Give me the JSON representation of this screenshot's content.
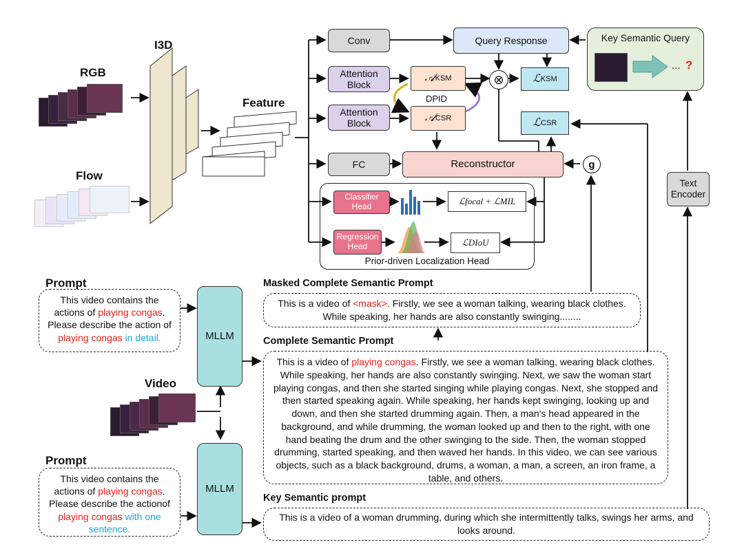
{
  "labels": {
    "i3d": "I3D",
    "rgb": "RGB",
    "flow": "Flow",
    "feature": "Feature",
    "video": "Video",
    "prompt": "Prompt",
    "prompt2": "Prompt"
  },
  "blocks": {
    "conv": "Conv",
    "attention1": "Attention Block",
    "attention2": "Attention Block",
    "fc": "FC",
    "a_ksm": "𝒜",
    "a_ksm_sub": "KSM",
    "a_csr": "𝒜",
    "a_csr_sub": "CSR",
    "dpid": "DPID",
    "query_response": "Query Response",
    "l_ksm": "ℒ",
    "l_ksm_sub": "KSM",
    "l_csr": "ℒ",
    "l_csr_sub": "CSR",
    "reconstructor": "Reconstructor",
    "g": "g",
    "key_semantic_query": "Key Semantic Query",
    "ksq_dots": "...",
    "ksq_question": "?",
    "text_encoder": "Text Encoder",
    "classifier_head": "Classifier Head",
    "regression_head": "Regression Head",
    "loss_focal": "ℒfocal + ℒMIL",
    "loss_diou": "ℒDIoU",
    "prior_head": "Prior-driven Localization Head",
    "mllm1": "MLLM",
    "mllm2": "MLLM"
  },
  "prompts": {
    "p1_a": "This video contains the actions of ",
    "p1_red1": "playing congas",
    "p1_b": ". Please describe the action of ",
    "p1_red2": "playing congas",
    "p1_blue": " in detail.",
    "p2_a": "This video contains the actions of ",
    "p2_red1": "playing congas",
    "p2_b": ". Please describe the actionof ",
    "p2_red2": "playing congas",
    "p2_blue": " with one sentence."
  },
  "texts": {
    "masked_header": "Masked Complete Semantic Prompt",
    "masked_a": "This is a video of ",
    "masked_red": "<mask>",
    "masked_b": ". Firstly, we see a woman talking, wearing black clothes. While speaking, her hands are also constantly swinging........",
    "complete_header": "Complete Semantic Prompt",
    "complete_a": "This is a video of ",
    "complete_red": "playing congas",
    "complete_b": ". Firstly, we see a woman talking, wearing black clothes. While speaking, her hands are also constantly swinging. Next, we saw the woman start playing congas, and then she started singing while playing congas. Next, she stopped and then started speaking again. While speaking, her hands kept swinging, looking up and down, and then she started drumming again. Then, a man's head appeared in the background, and while drumming, the woman looked up and then to the right, with one hand beating the drum and the other swinging to the side. Then, the woman stopped drumming, started speaking, and then waved her hands. In this video, we can see various objects, such as a black background, drums, a woman, a man, a screen, an iron frame, a table, and others.",
    "key_header": "Key Semantic prompt",
    "key_text": "This is a video of a woman drumming, during which she intermittently talks, swings her arms, and looks around."
  },
  "colors": {
    "red": "#e8201c",
    "blue": "#1ba6d6",
    "mllm": "#aadfe0",
    "loss": "#bfe8f2",
    "pink": "#e8738c",
    "green_panel": "#e4f0dc"
  }
}
